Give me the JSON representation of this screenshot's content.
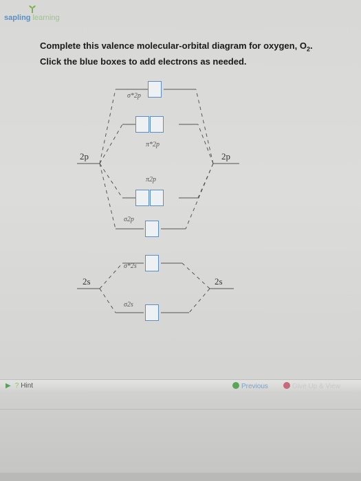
{
  "logo": {
    "word1": "sapling",
    "word2": "learning"
  },
  "instructions": {
    "line1": "Complete this valence molecular-orbital diagram for oxygen, O",
    "line1_sub": "2",
    "line1_end": ".",
    "line2": "Click the blue boxes to add electrons as needed."
  },
  "orbitals": {
    "sigma_2p_star": "σ*2p",
    "pi_2p_star": "π*2p",
    "pi_2p": "π2p",
    "sigma_2p": "σ2p",
    "sigma_2s_star": "σ*2s",
    "sigma_2s": "σ2s"
  },
  "atomic": {
    "left_2p": "2p",
    "right_2p": "2p",
    "left_2s": "2s",
    "right_2s": "2s"
  },
  "footer": {
    "hint": "Hint",
    "previous": "Previous",
    "giveup": "Give Up & View"
  },
  "colors": {
    "box_border": "#5b8cc4",
    "accent_green": "#5aa05a"
  }
}
